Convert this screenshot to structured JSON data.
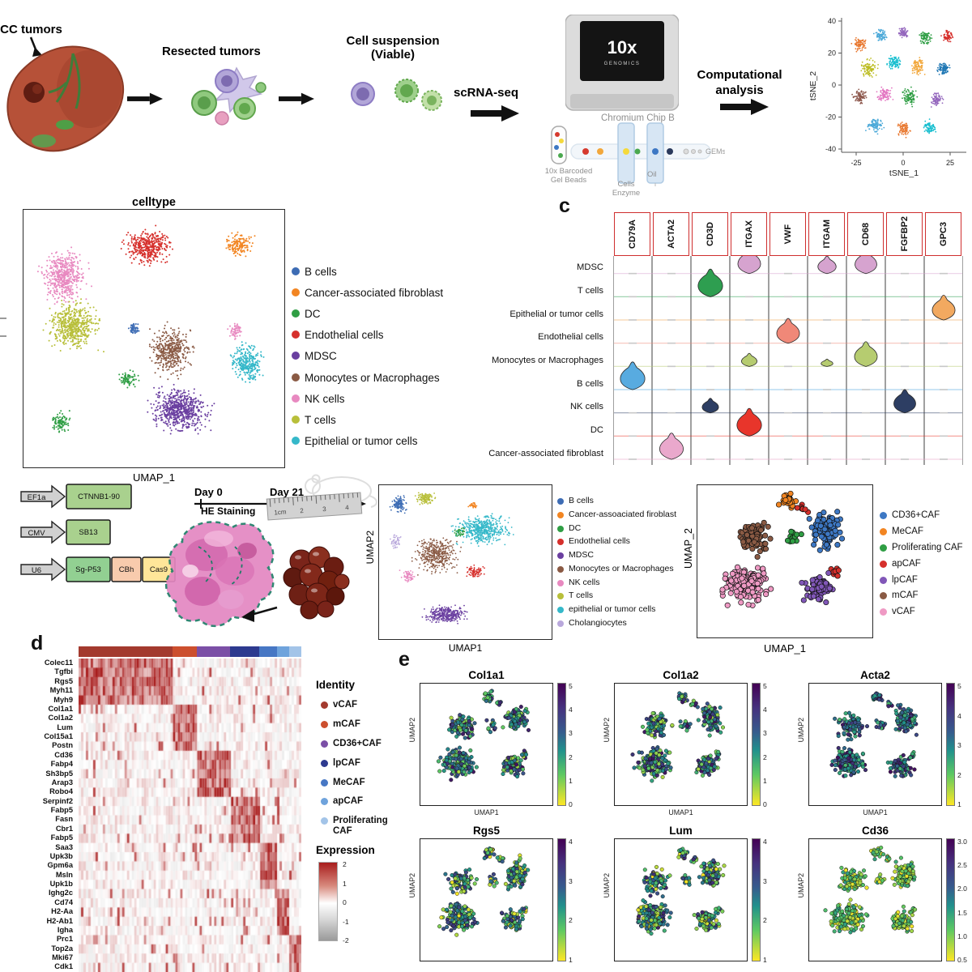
{
  "workflow": {
    "step1_label": "ICC tumors",
    "step2_label": "Resected tumors",
    "step3_line1": "Cell suspension",
    "step3_line2": "(Viable)",
    "scrna_label": "scRNA-seq",
    "machine_brand": "10x",
    "machine_brand_sub": "GENOMICS",
    "chip_label": "Chromium Chip B",
    "beads_line1": "10x Barcoded",
    "beads_line2": "Gel Beads",
    "cells_label": "Cells",
    "enzyme_label": "Enzyme",
    "oil_label": "Oil",
    "gems_label": "GEMs",
    "comp_line1": "Computational",
    "comp_line2": "analysis"
  },
  "tsne": {
    "ylabel": "tSNE_2",
    "xlabel": "tSNE_1",
    "yticks": [
      "40",
      "20",
      "0",
      "-20",
      "-40"
    ],
    "xticks": [
      "-25",
      "0",
      "25"
    ],
    "chart_data": {
      "type": "scatter",
      "xlim": [
        -33,
        33
      ],
      "ylim": [
        -45,
        45
      ],
      "clusters": [
        {
          "x": 0.12,
          "y": 0.18,
          "sx": 0.05,
          "sy": 0.05,
          "n": 80,
          "color": "#e8772e"
        },
        {
          "x": 0.3,
          "y": 0.12,
          "sx": 0.05,
          "sy": 0.04,
          "n": 80,
          "color": "#4aa8d8"
        },
        {
          "x": 0.5,
          "y": 0.1,
          "sx": 0.04,
          "sy": 0.04,
          "n": 70,
          "color": "#9467bd"
        },
        {
          "x": 0.68,
          "y": 0.14,
          "sx": 0.05,
          "sy": 0.05,
          "n": 80,
          "color": "#2f9e44"
        },
        {
          "x": 0.88,
          "y": 0.12,
          "sx": 0.04,
          "sy": 0.05,
          "n": 70,
          "color": "#d6302c"
        },
        {
          "x": 0.2,
          "y": 0.38,
          "sx": 0.06,
          "sy": 0.06,
          "n": 100,
          "color": "#bcbd22"
        },
        {
          "x": 0.42,
          "y": 0.33,
          "sx": 0.05,
          "sy": 0.05,
          "n": 90,
          "color": "#17becf"
        },
        {
          "x": 0.62,
          "y": 0.36,
          "sx": 0.05,
          "sy": 0.06,
          "n": 90,
          "color": "#f2a73b"
        },
        {
          "x": 0.84,
          "y": 0.38,
          "sx": 0.05,
          "sy": 0.05,
          "n": 80,
          "color": "#1f77b4"
        },
        {
          "x": 0.12,
          "y": 0.6,
          "sx": 0.05,
          "sy": 0.05,
          "n": 80,
          "color": "#8c564b"
        },
        {
          "x": 0.33,
          "y": 0.58,
          "sx": 0.06,
          "sy": 0.05,
          "n": 90,
          "color": "#e377c2"
        },
        {
          "x": 0.55,
          "y": 0.6,
          "sx": 0.06,
          "sy": 0.06,
          "n": 100,
          "color": "#2f9e44"
        },
        {
          "x": 0.78,
          "y": 0.62,
          "sx": 0.05,
          "sy": 0.05,
          "n": 80,
          "color": "#9467bd"
        },
        {
          "x": 0.25,
          "y": 0.82,
          "sx": 0.06,
          "sy": 0.05,
          "n": 90,
          "color": "#4aa8d8"
        },
        {
          "x": 0.5,
          "y": 0.85,
          "sx": 0.05,
          "sy": 0.05,
          "n": 80,
          "color": "#e8772e"
        },
        {
          "x": 0.72,
          "y": 0.84,
          "sx": 0.05,
          "sy": 0.05,
          "n": 80,
          "color": "#17becf"
        }
      ]
    }
  },
  "panel_b": {
    "title": "celltype",
    "xlabel": "UMAP_1",
    "legend": [
      {
        "label": "B cells",
        "color": "#3d6cb4"
      },
      {
        "label": "Cancer-associated fibroblast",
        "color": "#f28522"
      },
      {
        "label": "DC",
        "color": "#2f9e44"
      },
      {
        "label": "Endothelial cells",
        "color": "#d6302c"
      },
      {
        "label": "MDSC",
        "color": "#6a3fa0"
      },
      {
        "label": "Monocytes or Macrophages",
        "color": "#8a5a44"
      },
      {
        "label": "NK cells",
        "color": "#e889c0"
      },
      {
        "label": "T cells",
        "color": "#b8bf3a"
      },
      {
        "label": "Epithelial or tumor cells",
        "color": "#35b8c9"
      }
    ],
    "chart_data": {
      "type": "scatter",
      "clusters": [
        {
          "x": 0.48,
          "y": 0.13,
          "sx": 0.08,
          "sy": 0.06,
          "n": 400,
          "color": "#d6302c"
        },
        {
          "x": 0.84,
          "y": 0.12,
          "sx": 0.045,
          "sy": 0.04,
          "n": 150,
          "color": "#f28522"
        },
        {
          "x": 0.14,
          "y": 0.25,
          "sx": 0.075,
          "sy": 0.09,
          "n": 520,
          "color": "#e889c0"
        },
        {
          "x": 0.18,
          "y": 0.45,
          "sx": 0.085,
          "sy": 0.08,
          "n": 560,
          "color": "#b8bf3a"
        },
        {
          "x": 0.42,
          "y": 0.46,
          "sx": 0.022,
          "sy": 0.02,
          "n": 60,
          "color": "#3d6cb4"
        },
        {
          "x": 0.57,
          "y": 0.55,
          "sx": 0.07,
          "sy": 0.08,
          "n": 420,
          "color": "#8a5a44"
        },
        {
          "x": 0.83,
          "y": 0.47,
          "sx": 0.03,
          "sy": 0.03,
          "n": 60,
          "color": "#e889c0"
        },
        {
          "x": 0.88,
          "y": 0.6,
          "sx": 0.055,
          "sy": 0.07,
          "n": 300,
          "color": "#35b8c9"
        },
        {
          "x": 0.4,
          "y": 0.67,
          "sx": 0.035,
          "sy": 0.03,
          "n": 80,
          "color": "#2f9e44"
        },
        {
          "x": 0.6,
          "y": 0.79,
          "sx": 0.1,
          "sy": 0.075,
          "n": 650,
          "color": "#6a3fa0"
        },
        {
          "x": 0.13,
          "y": 0.84,
          "sx": 0.035,
          "sy": 0.035,
          "n": 90,
          "color": "#2f9e44"
        }
      ]
    }
  },
  "panel_c": {
    "letter": "c",
    "genes": [
      "CD79A",
      "ACTA2",
      "CD3D",
      "ITGAX",
      "VWF",
      "ITGAM",
      "CD68",
      "FGFBP2",
      "GPC3"
    ],
    "rows": [
      {
        "label": "MDSC",
        "color": "#d6a3cf"
      },
      {
        "label": "T cells",
        "color": "#2e9e50"
      },
      {
        "label": "Epithelial or tumor cells",
        "color": "#f2a960"
      },
      {
        "label": "Endothelial cells",
        "color": "#f08878"
      },
      {
        "label": "Monocytes or Macrophages",
        "color": "#b6cc70"
      },
      {
        "label": "B cells",
        "color": "#58abe0"
      },
      {
        "label": "NK cells",
        "color": "#2d3e63"
      },
      {
        "label": "DC",
        "color": "#e8352b"
      },
      {
        "label": "Cancer-associated fibroblast",
        "color": "#eaa8cc"
      }
    ],
    "chart_data": {
      "type": "violin",
      "matrix": [
        [
          0,
          0,
          0,
          0.85,
          0,
          0.6,
          0.8,
          0,
          0
        ],
        [
          0,
          0,
          0.95,
          0,
          0,
          0,
          0,
          0,
          0
        ],
        [
          0,
          0,
          0,
          0,
          0,
          0,
          0,
          0,
          0.85
        ],
        [
          0,
          0,
          0,
          0,
          0.85,
          0,
          0,
          0,
          0
        ],
        [
          0,
          0,
          0,
          0.45,
          0,
          0.25,
          0.85,
          0,
          0
        ],
        [
          0.95,
          0,
          0,
          0,
          0,
          0,
          0,
          0,
          0
        ],
        [
          0,
          0,
          0.5,
          0,
          0,
          0,
          0,
          0.8,
          0
        ],
        [
          0,
          0,
          0,
          0.95,
          0,
          0,
          0,
          0,
          0
        ],
        [
          0,
          0.9,
          0,
          0,
          0,
          0,
          0,
          0,
          0
        ]
      ]
    }
  },
  "mouse_model": {
    "constructs": [
      {
        "promoter": "EF1a",
        "boxes": [
          {
            "label": "CTNNB1-90",
            "color": "#a9d18e",
            "w": 80
          }
        ]
      },
      {
        "promoter": "CMV",
        "boxes": [
          {
            "label": "SB13",
            "color": "#a9d18e",
            "w": 54
          }
        ]
      },
      {
        "promoter": "U6",
        "boxes": [
          {
            "label": "Sg-P53",
            "color": "#92d092",
            "w": 54
          },
          {
            "label": "CBh",
            "color": "#f8cbad",
            "w": 36
          },
          {
            "label": "Cas9",
            "color": "#ffe699",
            "w": 40
          }
        ]
      }
    ],
    "day0_label": "Day 0",
    "day21_label": "Day 21",
    "he_label": "HE Staining",
    "ruler_labels": [
      "1cm",
      "2",
      "3",
      "4"
    ]
  },
  "umap_mouse": {
    "ylabel": "UMAP2",
    "xlabel": "UMAP1",
    "legend": [
      {
        "label": "B cells",
        "color": "#3d6cb4"
      },
      {
        "label": "Cancer-assoaciated firoblast",
        "color": "#f28522"
      },
      {
        "label": "DC",
        "color": "#2f9e44"
      },
      {
        "label": "Endothelial cells",
        "color": "#d6302c"
      },
      {
        "label": "MDSC",
        "color": "#6a3fa0"
      },
      {
        "label": "Monocytes or Macrophages",
        "color": "#8a5a44"
      },
      {
        "label": "NK cells",
        "color": "#e889c0"
      },
      {
        "label": "T cells",
        "color": "#b8bf3a"
      },
      {
        "label": "epithelial or tumor cells",
        "color": "#35b8c9"
      },
      {
        "label": "Cholangiocytes",
        "color": "#b9a8dc"
      }
    ],
    "chart_data": {
      "type": "scatter",
      "clusters": [
        {
          "x": 0.1,
          "y": 0.11,
          "sx": 0.04,
          "sy": 0.05,
          "n": 120,
          "color": "#3d6cb4"
        },
        {
          "x": 0.26,
          "y": 0.07,
          "sx": 0.05,
          "sy": 0.035,
          "n": 110,
          "color": "#b8bf3a"
        },
        {
          "x": 0.55,
          "y": 0.12,
          "sx": 0.02,
          "sy": 0.02,
          "n": 30,
          "color": "#f28522"
        },
        {
          "x": 0.6,
          "y": 0.28,
          "sx": 0.14,
          "sy": 0.085,
          "n": 520,
          "color": "#35b8c9"
        },
        {
          "x": 0.33,
          "y": 0.45,
          "sx": 0.11,
          "sy": 0.1,
          "n": 420,
          "color": "#8a5a44"
        },
        {
          "x": 0.56,
          "y": 0.57,
          "sx": 0.04,
          "sy": 0.04,
          "n": 80,
          "color": "#d6302c"
        },
        {
          "x": 0.16,
          "y": 0.6,
          "sx": 0.04,
          "sy": 0.04,
          "n": 60,
          "color": "#e889c0"
        },
        {
          "x": 0.08,
          "y": 0.36,
          "sx": 0.03,
          "sy": 0.045,
          "n": 45,
          "color": "#b9a8dc"
        },
        {
          "x": 0.47,
          "y": 0.3,
          "sx": 0.03,
          "sy": 0.03,
          "n": 35,
          "color": "#2f9e44"
        },
        {
          "x": 0.38,
          "y": 0.86,
          "sx": 0.11,
          "sy": 0.055,
          "n": 330,
          "color": "#6a3fa0"
        }
      ]
    }
  },
  "umap_caf": {
    "ylabel": "UMAP_2",
    "xlabel": "UMAP_1",
    "legend": [
      {
        "label": "CD36+CAF",
        "color": "#3d78c4"
      },
      {
        "label": "MeCAF",
        "color": "#f28522"
      },
      {
        "label": "Proliferating CAF",
        "color": "#2f9e44"
      },
      {
        "label": "apCAF",
        "color": "#d6302c"
      },
      {
        "label": "lpCAF",
        "color": "#8157b8"
      },
      {
        "label": "mCAF",
        "color": "#8a5a44"
      },
      {
        "label": "vCAF",
        "color": "#ef9ac4"
      }
    ],
    "chart_data": {
      "type": "scatter",
      "clusters": [
        {
          "x": 0.52,
          "y": 0.07,
          "sx": 0.045,
          "sy": 0.045,
          "n": 26,
          "color": "#f28522"
        },
        {
          "x": 0.3,
          "y": 0.33,
          "sx": 0.1,
          "sy": 0.1,
          "n": 95,
          "color": "#8a5a44"
        },
        {
          "x": 0.76,
          "y": 0.27,
          "sx": 0.085,
          "sy": 0.11,
          "n": 115,
          "color": "#3d78c4"
        },
        {
          "x": 0.55,
          "y": 0.33,
          "sx": 0.04,
          "sy": 0.05,
          "n": 14,
          "color": "#2f9e44"
        },
        {
          "x": 0.62,
          "y": 0.13,
          "sx": 0.03,
          "sy": 0.03,
          "n": 8,
          "color": "#d6302c"
        },
        {
          "x": 0.82,
          "y": 0.6,
          "sx": 0.03,
          "sy": 0.04,
          "n": 9,
          "color": "#d6302c"
        },
        {
          "x": 0.27,
          "y": 0.67,
          "sx": 0.13,
          "sy": 0.115,
          "n": 170,
          "color": "#ef9ac4"
        },
        {
          "x": 0.72,
          "y": 0.7,
          "sx": 0.08,
          "sy": 0.085,
          "n": 85,
          "color": "#8157b8"
        }
      ]
    }
  },
  "panel_d": {
    "letter": "d",
    "genes": [
      "Colec11",
      "Tgfbi",
      "Rgs5",
      "Myh11",
      "Myh9",
      "Col1a1",
      "Col1a2",
      "Lum",
      "Col15a1",
      "Postn",
      "Cd36",
      "Fabp4",
      "Sh3bp5",
      "Arap3",
      "Robo4",
      "Serpinf2",
      "Fabp5",
      "Fasn",
      "Cbr1",
      "Fabp5",
      "Saa3",
      "Upk3b",
      "Gpm6a",
      "Msln",
      "Upk1b",
      "Ighg2c",
      "Cd74",
      "H2-Aa",
      "H2-Ab1",
      "Igha",
      "Prc1",
      "Top2a",
      "Mki67",
      "Cdk1"
    ],
    "gene_block": [
      0,
      0,
      0,
      0,
      0,
      1,
      1,
      1,
      1,
      1,
      2,
      2,
      2,
      2,
      2,
      3,
      3,
      3,
      3,
      3,
      4,
      4,
      4,
      4,
      4,
      5,
      5,
      5,
      5,
      5,
      6,
      6,
      6,
      6
    ],
    "annotation": {
      "widths": [
        0.42,
        0.11,
        0.15,
        0.13,
        0.08,
        0.055,
        0.055
      ],
      "colors": [
        "#a33a2e",
        "#cc4f2e",
        "#7b4fa6",
        "#2d3a8f",
        "#4777c4",
        "#6fa3dc",
        "#a3c4e8"
      ]
    },
    "identity": {
      "title": "Identity",
      "items": [
        {
          "label": "vCAF",
          "color": "#a33a2e"
        },
        {
          "label": "mCAF",
          "color": "#cc4f2e"
        },
        {
          "label": "CD36+CAF",
          "color": "#7b4fa6"
        },
        {
          "label": "lpCAF",
          "color": "#2d3a8f"
        },
        {
          "label": "MeCAF",
          "color": "#4777c4"
        },
        {
          "label": "apCAF",
          "color": "#6fa3dc"
        },
        {
          "label": "Proliferating CAF",
          "color": "#a3c4e8"
        }
      ]
    },
    "expression": {
      "title": "Expression",
      "ticks": [
        "2",
        "1",
        "0",
        "-1",
        "-2"
      ]
    },
    "chart_data": {
      "type": "heatmap",
      "colormap": "red-white-gray",
      "value_range": [
        -2,
        2
      ]
    }
  },
  "panel_e": {
    "letter": "e",
    "plots": [
      {
        "title": "Col1a1",
        "ylabel": "UMAP2",
        "xlabel": "UMAP1",
        "cbar_ticks": [
          "5",
          "4",
          "3",
          "2",
          "1",
          "0"
        ],
        "lo": 0.12,
        "hi": 0.95
      },
      {
        "title": "Col1a2",
        "ylabel": "UMAP2",
        "xlabel": "UMAP1",
        "cbar_ticks": [
          "5",
          "4",
          "3",
          "2",
          "1",
          "0"
        ],
        "lo": 0.12,
        "hi": 0.95
      },
      {
        "title": "Acta2",
        "ylabel": "UMAP2",
        "xlabel": "UMAP1",
        "cbar_ticks": [
          "5",
          "4",
          "3",
          "2",
          "1"
        ],
        "lo": 0.3,
        "hi": 0.97
      },
      {
        "title": "Rgs5",
        "ylabel": "UMAP2",
        "xlabel": "UMAP1",
        "cbar_ticks": [
          "4",
          "3",
          "2",
          "1"
        ],
        "lo": 0.0,
        "hi": 0.85
      },
      {
        "title": "Lum",
        "ylabel": "UMAP2",
        "xlabel": "UMAP1",
        "cbar_ticks": [
          "4",
          "3",
          "2",
          "1"
        ],
        "lo": 0.0,
        "hi": 0.9
      },
      {
        "title": "Cd36",
        "ylabel": "UMAP2",
        "xlabel": "UMAP1",
        "cbar_ticks": [
          "3.0",
          "2.5",
          "2.0",
          "1.5",
          "1.0",
          "0.5"
        ],
        "lo": 0.0,
        "hi": 0.45
      }
    ]
  }
}
